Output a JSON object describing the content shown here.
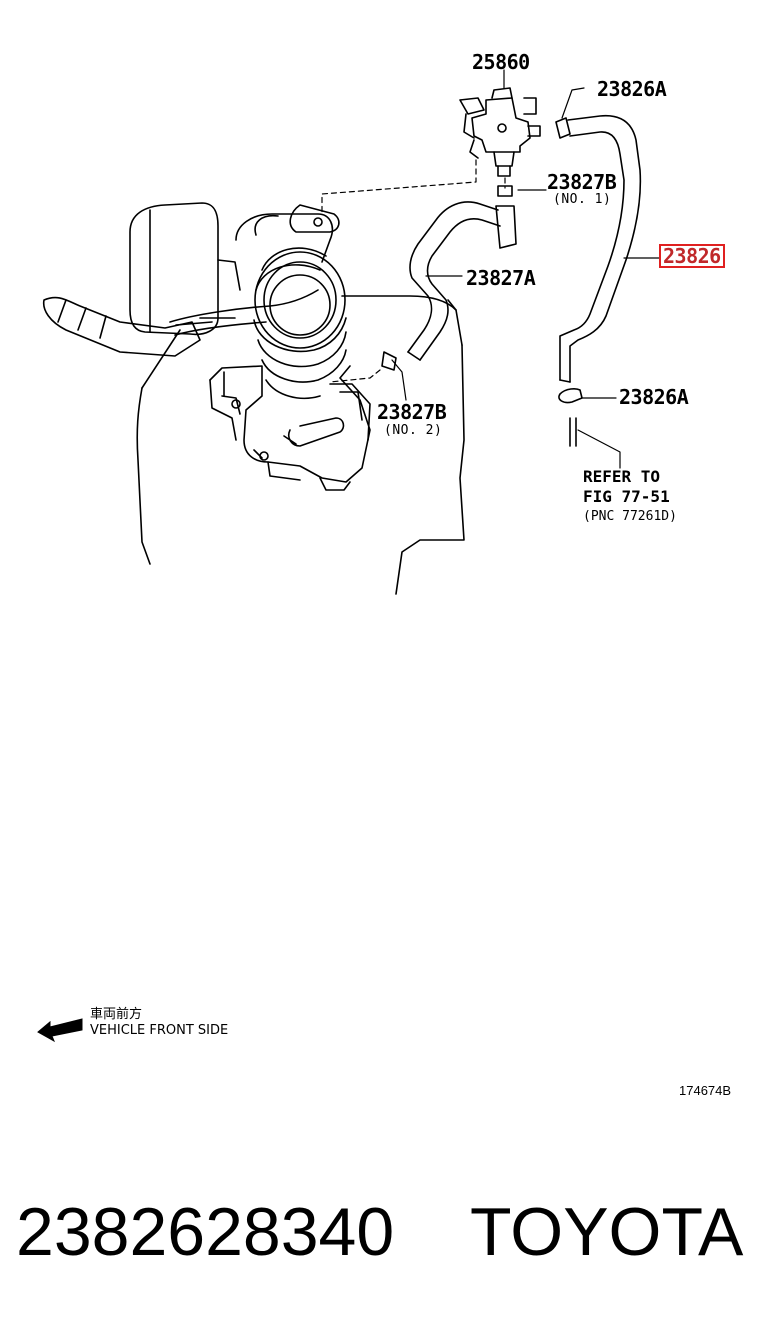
{
  "callouts": {
    "p25860": "25860",
    "p23826A_top": "23826A",
    "p23827B_no1": "23827B",
    "p23827B_no1_sub": "(NO. 1)",
    "p23827A": "23827A",
    "p23826_highlight": "23826",
    "p23827B_no2": "23827B",
    "p23827B_no2_sub": "(NO. 2)",
    "p23826A_bottom": "23826A"
  },
  "refer": {
    "line1": "REFER TO",
    "line2": "FIG 77-51",
    "line3": "(PNC 77261D)"
  },
  "front_indicator": {
    "japanese": "車両前方",
    "english": "VEHICLE FRONT SIDE"
  },
  "diagram_id": "174674B",
  "footer": {
    "part_number": "2382628340",
    "brand": "TOYOTA"
  },
  "colors": {
    "highlight_border": "#e02020",
    "highlight_text": "#c0282a",
    "line": "#000000"
  }
}
